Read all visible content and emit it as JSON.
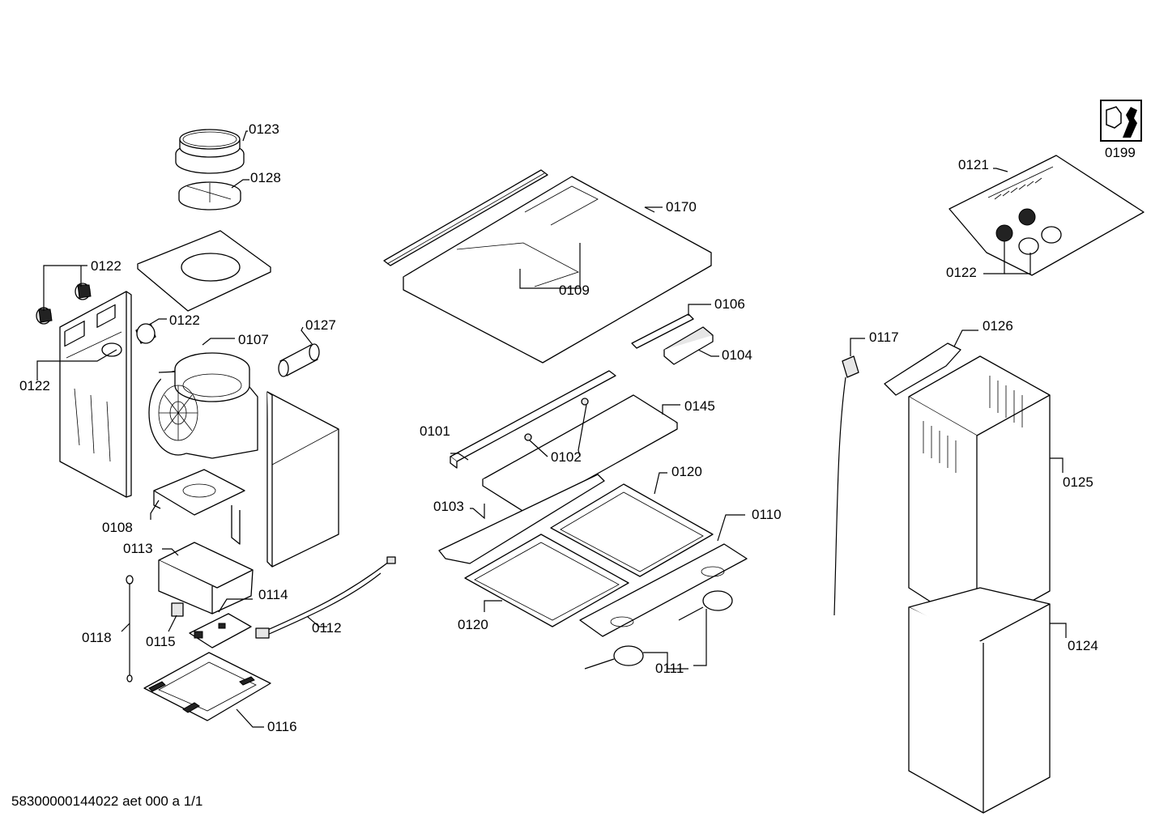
{
  "labels": {
    "p0123": "0123",
    "p0128": "0128",
    "p0122a": "0122",
    "p0122b": "0122",
    "p0122c": "0122",
    "p0122d": "0122",
    "p0107": "0107",
    "p0127": "0127",
    "p0108": "0108",
    "p0113": "0113",
    "p0114": "0114",
    "p0115": "0115",
    "p0112": "0112",
    "p0118": "0118",
    "p0116": "0116",
    "p0170": "0170",
    "p0109": "0109",
    "p0106": "0106",
    "p0104": "0104",
    "p0101": "0101",
    "p0102": "0102",
    "p0145": "0145",
    "p0120a": "0120",
    "p0120b": "0120",
    "p0103": "0103",
    "p0110": "0110",
    "p0111": "0111",
    "p0199": "0199",
    "p0121": "0121",
    "p0117": "0117",
    "p0126": "0126",
    "p0125": "0125",
    "p0124": "0124"
  },
  "footer": "58300000144022 aet 000 a 1/1"
}
